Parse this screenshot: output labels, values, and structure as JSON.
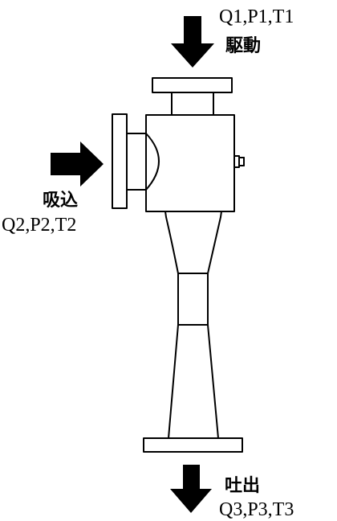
{
  "diagram": {
    "stroke_color": "#000000",
    "background": "#ffffff",
    "inlet_drive": {
      "values": "Q1,P1,T1",
      "label": "駆動",
      "arrow_icon": "arrow-down-icon"
    },
    "inlet_suction": {
      "label": "吸込",
      "values": "Q2,P2,T2",
      "arrow_icon": "arrow-right-icon"
    },
    "outlet_discharge": {
      "label": "吐出",
      "values": "Q3,P3,T3",
      "arrow_icon": "arrow-down-icon"
    }
  }
}
